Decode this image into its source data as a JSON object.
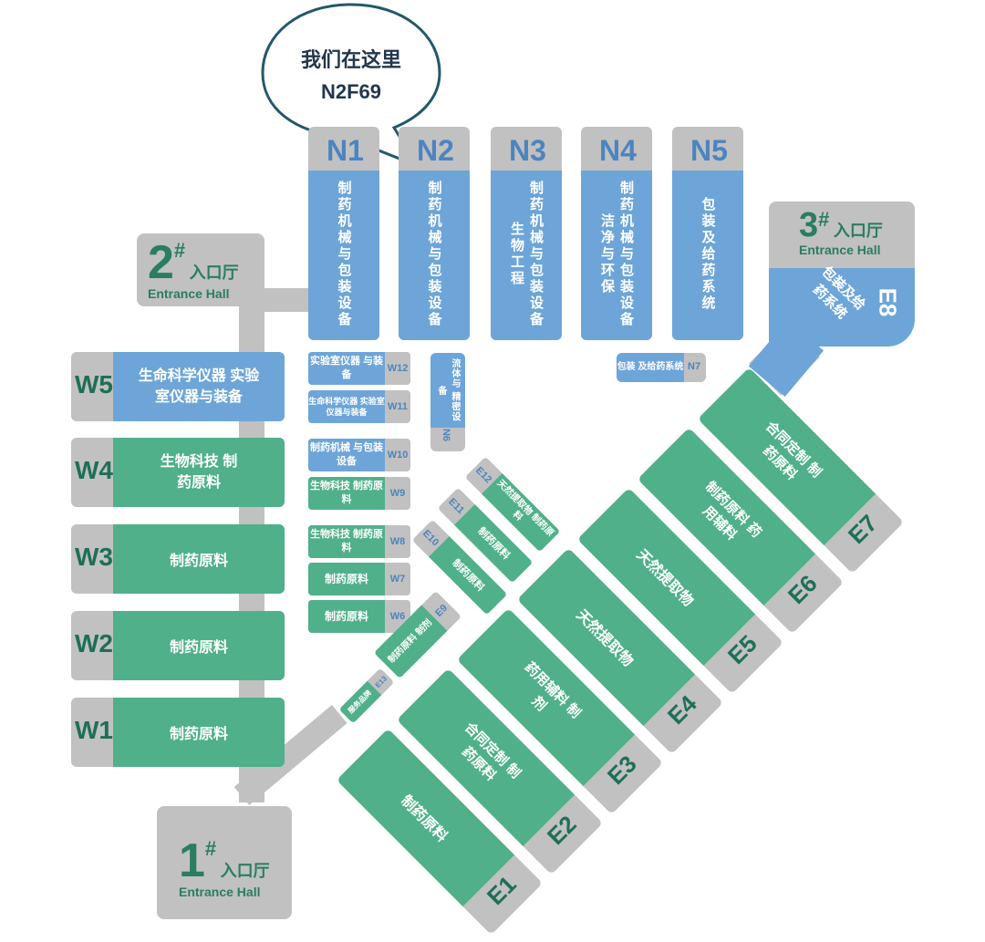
{
  "bubble": {
    "line1": "我们在这里",
    "line2": "N2F69"
  },
  "entrances": {
    "e1": {
      "num": "1",
      "mark": "#",
      "cn": "入口厅",
      "en": "Entrance Hall"
    },
    "e2": {
      "num": "2",
      "mark": "#",
      "cn": "入口厅",
      "en": "Entrance Hall"
    },
    "e3": {
      "num": "3",
      "mark": "#",
      "cn": "入口厅",
      "en": "Entrance Hall"
    }
  },
  "north_halls": [
    {
      "tag": "N1",
      "label": "制药机械与包装设备"
    },
    {
      "tag": "N2",
      "label": "制药机械与包装设备"
    },
    {
      "tag": "N3",
      "label": "制药机械与包装设备 生物工程"
    },
    {
      "tag": "N4",
      "label": "制药机械与包装设备 洁净与环保"
    },
    {
      "tag": "N5",
      "label": "包装及给药系统"
    }
  ],
  "e8": {
    "tag": "E8",
    "label": "包装及给药系统"
  },
  "west_halls": [
    {
      "tag": "W5",
      "label": "生命科学仪器 实验室仪器与装备"
    },
    {
      "tag": "W4",
      "label": "生物科技 制药原料"
    },
    {
      "tag": "W3",
      "label": "制药原料"
    },
    {
      "tag": "W2",
      "label": "制药原料"
    },
    {
      "tag": "W1",
      "label": "制药原料"
    }
  ],
  "west_small": [
    {
      "tag": "W12",
      "label": "实验室仪器 与装备"
    },
    {
      "tag": "W11",
      "label": "生命科学仪器 实验室仪器与装备"
    },
    {
      "tag": "W10",
      "label": "制药机械 与包装设备"
    },
    {
      "tag": "W9",
      "label": "生物科技 制药原料"
    },
    {
      "tag": "W8",
      "label": "生物科技 制药原料"
    },
    {
      "tag": "W7",
      "label": "制药原料"
    },
    {
      "tag": "W6",
      "label": "制药原料"
    }
  ],
  "n6": {
    "tag": "N6",
    "label": "流体与 精密设备"
  },
  "n7": {
    "tag": "N7",
    "label": "包装 及给药系统"
  },
  "east_halls": [
    {
      "tag": "E1",
      "label": "制药原料"
    },
    {
      "tag": "E2",
      "label": "合同定制 制药原料"
    },
    {
      "tag": "E3",
      "label": "药用辅料 制剂"
    },
    {
      "tag": "E4",
      "label": "天然提取物"
    },
    {
      "tag": "E5",
      "label": "天然提取物"
    },
    {
      "tag": "E6",
      "label": "制药原料 药用辅料"
    },
    {
      "tag": "E7",
      "label": "合同定制 制药原料"
    }
  ],
  "east_small": [
    {
      "tag": "E12",
      "label": "天然提取物 制药原料"
    },
    {
      "tag": "E11",
      "label": "制药原料"
    },
    {
      "tag": "E10",
      "label": "制药原料"
    },
    {
      "tag": "E9",
      "label": "制药原料 制剂"
    },
    {
      "tag": "E13",
      "label": "服务品牌"
    }
  ],
  "colors": {
    "pharma_green": "#4fb089",
    "machinery_blue": "#6da5d8",
    "corridor_gray": "#c1c1c1",
    "tag_text": "#1e6f57"
  }
}
